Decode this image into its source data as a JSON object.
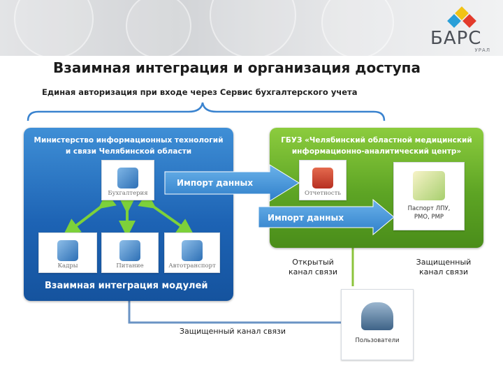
{
  "header": {
    "logo_text": "БАРС",
    "logo_sub": "УРАЛ",
    "logo_colors": [
      "#f2c315",
      "#2a9fd8",
      "#e33b2c"
    ]
  },
  "title": "Взаимная интеграция и организация доступа",
  "subtitle": "Единая авторизация при входе через Сервис бухгалтерского учета",
  "ministry": {
    "line1": "Министерство информационных технологий",
    "line2": "и связи Челябинской области",
    "color": "#1d63b4"
  },
  "gbuz": {
    "line1": "ГБУЗ «Челябинский областной медицинский",
    "line2": "информационно-аналитический центр»",
    "color": "#5da424"
  },
  "tiles": {
    "buhgalteriya": "Бухгалтерия",
    "otchetnost": "Отчетность",
    "pasport_l1": "Паспорт ЛПУ,",
    "pasport_l2": "РМО, РМР",
    "kadry": "Кадры",
    "pitanie": "Питание",
    "avtotransport": "Автотранспорт",
    "polzovateli": "Пользователи"
  },
  "arrows": {
    "import1": "Импорт данных",
    "import2": "Импорт данных"
  },
  "channels": {
    "open_l1": "Открытый",
    "open_l2": "канал связи",
    "secure_l1": "Защищенный",
    "secure_l2": "канал связи",
    "secure_bottom": "Защищенный канал связи"
  },
  "modules_label": "Взаимная интеграция модулей"
}
